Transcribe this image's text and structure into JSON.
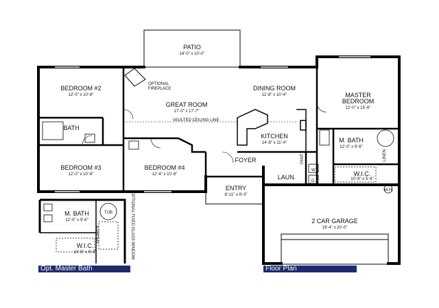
{
  "rooms": {
    "patio": {
      "name": "PATIO",
      "dims": "14'-0\" x 10'-0\""
    },
    "bedroom2": {
      "name": "BEDROOM #2",
      "dims": "12'-0\" x 10'-8\""
    },
    "fireplace": {
      "line1": "OPTIONAL",
      "line2": "FIREPLACE"
    },
    "great_room": {
      "name": "GREAT ROOM",
      "dims": "17'-0\" x 17'-7\""
    },
    "vaulted": {
      "text": "VAULTED CEILING LINE"
    },
    "dining": {
      "name": "DINING ROOM",
      "dims": "11'-8\" x 10'-4\""
    },
    "master_bedroom": {
      "line1": "MASTER",
      "line2": "BEDROOM",
      "dims": "12'-0\" x 15'-6\""
    },
    "bath": {
      "name": "BATH"
    },
    "kitchen": {
      "name": "KITCHEN",
      "dims": "14'-8\" x 11'-4\""
    },
    "m_bath": {
      "name": "M. BATH",
      "dims": "12'-0\" x 9'-6\""
    },
    "bedroom3": {
      "name": "BEDROOM #3",
      "dims": "12'-0\" x 10'-8\""
    },
    "bedroom4": {
      "name": "BEDROOM #4",
      "dims": "12'-4\" x 10'-8\""
    },
    "foyer": {
      "name": "FOYER"
    },
    "pant": {
      "name": "PANT"
    },
    "laun": {
      "name": "LAUN."
    },
    "wic": {
      "name": "W.I.C.",
      "dims": "10'-9\" x 5'-6\""
    },
    "linen": {
      "name": "LINEN"
    },
    "entry": {
      "name": "ENTRY",
      "dims": "8'-11\" x 8'-3\""
    },
    "garage": {
      "name": "2 CAR GARAGE",
      "dims": "19'-4\" x 20'-0\""
    },
    "washer": {
      "name": "W"
    },
    "dryer": {
      "name": "D."
    },
    "water_heater": {
      "name": "W.H."
    }
  },
  "inset": {
    "m_bath": {
      "name": "M. BATH",
      "dims": "12'-0\" x 9'-6\""
    },
    "tub": {
      "name": "TUB"
    },
    "shower": {
      "name": "SHOWER"
    },
    "fixed_window": {
      "text": "OPTIONAL FIXED GLASS WINDOW"
    },
    "wic": {
      "name": "W.I.C.",
      "dims": "10'-9\" x 5'-6\""
    }
  },
  "captions": {
    "optional": "Opt. Master Bath",
    "floor_plan": "Floor Plan"
  },
  "colors": {
    "wall": "#000000",
    "caption_bar": "#1e2a6e",
    "caption_text": "#ffffff"
  }
}
